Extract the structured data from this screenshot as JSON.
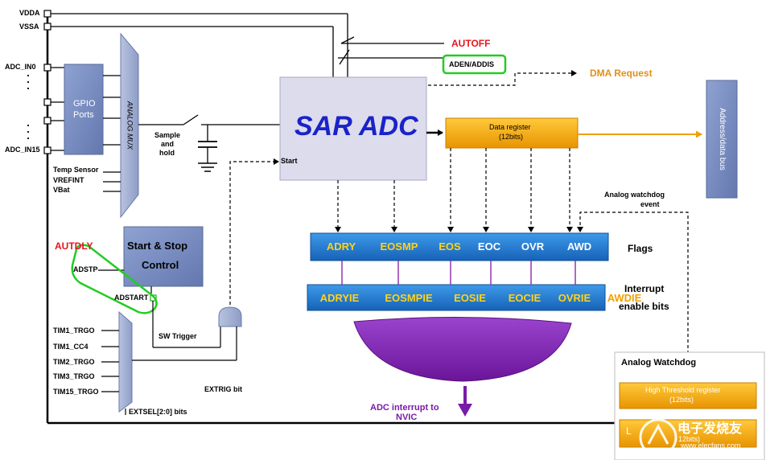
{
  "pins": {
    "vdda": "VDDA",
    "vssa": "VSSA",
    "adc_in0": "ADC_IN0",
    "adc_in15": "ADC_IN15",
    "temp_sensor": "Temp Sensor",
    "vrefint": "VREFINT",
    "vbat": "VBat"
  },
  "blocks": {
    "gpio_line1": "GPIO",
    "gpio_line2": "Ports",
    "analog_mux": "ANALOG MUX",
    "sample_hold_1": "Sample",
    "sample_hold_2": "and",
    "sample_hold_3": "hold",
    "sar_adc": "SAR ADC",
    "start_label": "Start",
    "autoff": "AUTOFF",
    "aden_addis": "ADEN/ADDIS",
    "dma_request": "DMA Request",
    "data_register_1": "Data register",
    "data_register_2": "(12bits)",
    "address_bus": "Address/data bus",
    "start_stop_1": "Start & Stop",
    "start_stop_2": "Control",
    "autdly": "AUTDLY",
    "adstp": "ADSTP",
    "adstart": "ADSTART",
    "sw_trigger": "SW Trigger",
    "extrig_bit": "EXTRIG bit",
    "extsel": "EXTSEL[2:0] bits",
    "analog_watchdog_event_1": "Analog watchdog",
    "analog_watchdog_event_2": "event",
    "flags_label": "Flags",
    "interrupt_enable_1": "Interrupt",
    "interrupt_enable_2": "enable bits",
    "adc_interrupt_1": "ADC interrupt to",
    "adc_interrupt_2": "NVIC",
    "analog_watchdog_title": "Analog Watchdog",
    "high_threshold_1": "High Threshold register",
    "high_threshold_2": "(12bits)",
    "low_threshold_fragment": "L",
    "low_threshold_bits": "12bits)"
  },
  "triggers": [
    "TIM1_TRGO",
    "TIM1_CC4",
    "TIM2_TRGO",
    "TIM3_TRGO",
    "TIM15_TRGO"
  ],
  "flags": [
    "ADRY",
    "EOSMP",
    "EOS",
    "EOC",
    "OVR",
    "AWD"
  ],
  "interrupt_bits": [
    "ADRYIE",
    "EOSMPIE",
    "EOSIE",
    "EOCIE",
    "OVRIE",
    "AWDIE"
  ],
  "watermark": {
    "text": "电子发烧友",
    "url": "www.elecfans.com"
  },
  "colors": {
    "sar_adc_text": "#1a22c9",
    "sar_adc_fill": "#dcdcec",
    "orange": "#f0a000",
    "red": "#e8141e",
    "green_outline": "#22cc22",
    "blue_bar": "#1c7cd0",
    "purple": "#7a1aa8",
    "gray_blue_block": "#7a8ec0"
  }
}
